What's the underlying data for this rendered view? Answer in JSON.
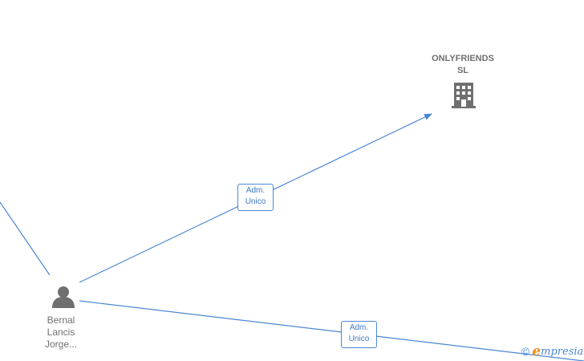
{
  "nodes": {
    "company": {
      "name_line1": "ONLYFRIENDS",
      "name_line2": "SL",
      "icon": "building-icon"
    },
    "person": {
      "name_line1": "Bernal",
      "name_line2": "Lancis",
      "name_line3": "Jorge...",
      "icon": "person-icon"
    }
  },
  "edges": {
    "edge1": {
      "label_line1": "Adm.",
      "label_line2": "Unico"
    },
    "edge2": {
      "label_line1": "Adm.",
      "label_line2": "Unico"
    }
  },
  "watermark": {
    "symbol": "©",
    "brand_first": "e",
    "brand_rest": "mpresia"
  },
  "colors": {
    "edge": "#4a86d4",
    "node_icon": "#6f6f6f",
    "brand_orange": "#f28c1a"
  }
}
